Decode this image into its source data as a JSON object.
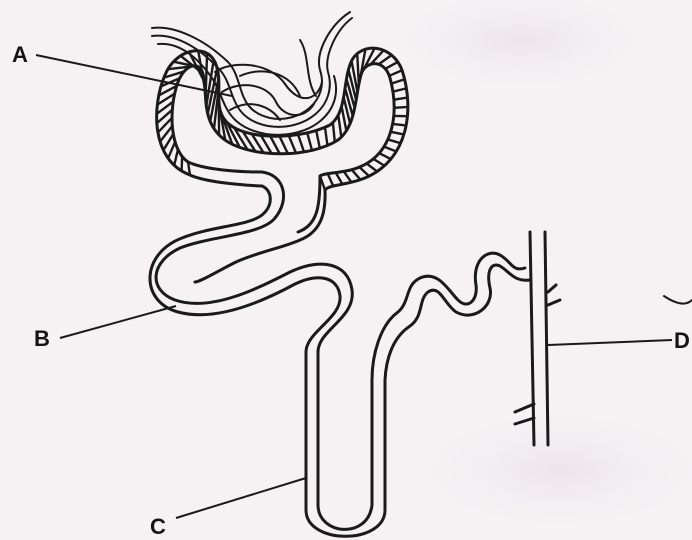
{
  "diagram": {
    "labels": {
      "a": "A",
      "b": "B",
      "c": "C",
      "d": "D"
    }
  }
}
